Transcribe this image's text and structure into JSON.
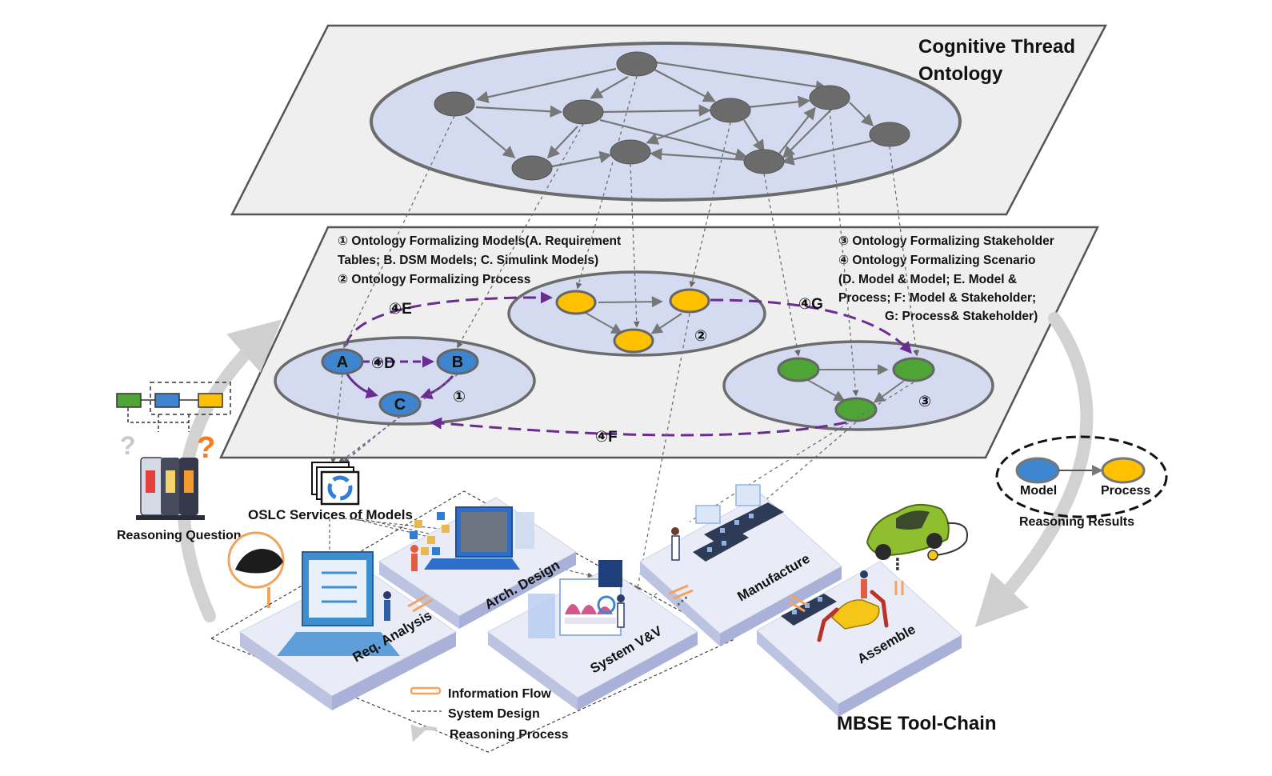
{
  "ontology": {
    "title_line1": "Cognitive Thread",
    "title_line2": "Ontology"
  },
  "annotations": {
    "left_line1": "① Ontology Formalizing Models(A. Requirement",
    "left_line2": "Tables; B. DSM Models; C. Simulink Models)",
    "left_line3": "② Ontology Formalizing Process",
    "right_line1": "③ Ontology Formalizing Stakeholder",
    "right_line2": "④ Ontology Formalizing Scenario",
    "right_line3": "(D. Model & Model; E. Model &",
    "right_line4": "Process; F: Model & Stakeholder;",
    "right_line5": "G: Process& Stakeholder)"
  },
  "nodes": {
    "a": "A",
    "b": "B",
    "c": "C"
  },
  "markers": {
    "one": "①",
    "two": "②",
    "three": "③",
    "four_d": "④D",
    "four_e": "④E",
    "four_f": "④F",
    "four_g": "④G"
  },
  "labels": {
    "oslc": "OSLC Services of Models",
    "reasoning_question": "Reasoning Question",
    "reasoning_results": "Reasoning Results",
    "model": "Model",
    "process": "Process",
    "mbse": "MBSE Tool-Chain"
  },
  "platforms": {
    "req": "Req. Analysis",
    "arch": "Arch. Design",
    "vv": "System V&V",
    "manufacture": "Manufacture",
    "assemble": "Assemble"
  },
  "legend": {
    "info_flow": "Information Flow",
    "system_design": "System Design",
    "reasoning_process": "Reasoning Process"
  },
  "colors": {
    "plane_fill": "#efefef",
    "ellipse_fill": "#d4daf0",
    "gray_node": "#6b6b6b",
    "blue_node": "#3d86cf",
    "yellow_node": "#ffc000",
    "green_node": "#4ea435",
    "purple_link": "#6a2c91",
    "orange": "#f5a35c"
  }
}
